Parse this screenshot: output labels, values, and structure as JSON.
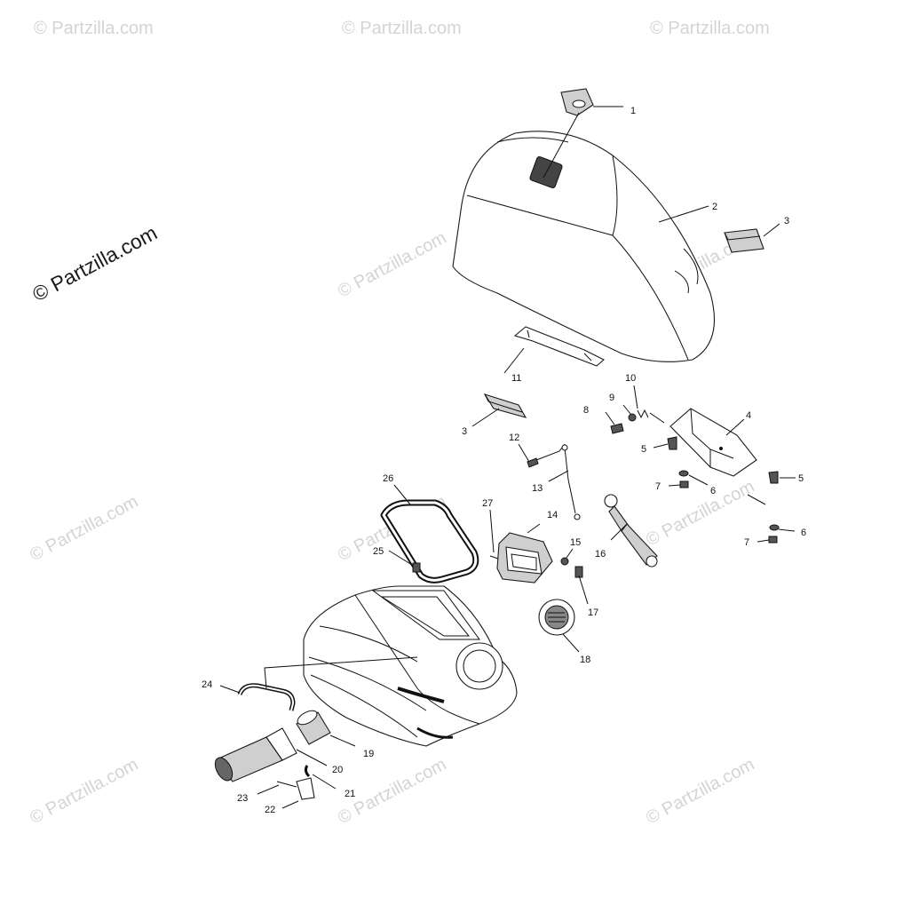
{
  "brand": {
    "text": "© Partzilla.com"
  },
  "watermark": {
    "text": "© Partzilla.com"
  },
  "callouts": [
    "1",
    "2",
    "3",
    "3",
    "4",
    "5",
    "5",
    "6",
    "6",
    "7",
    "7",
    "8",
    "9",
    "10",
    "11",
    "12",
    "13",
    "14",
    "15",
    "16",
    "17",
    "18",
    "19",
    "20",
    "21",
    "22",
    "23",
    "24",
    "25",
    "26",
    "27"
  ]
}
